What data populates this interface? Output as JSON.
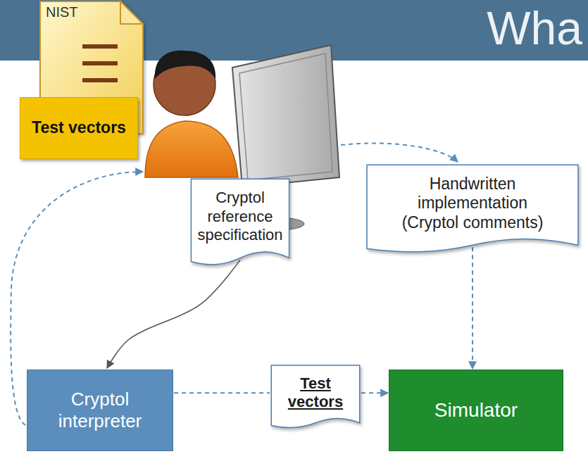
{
  "diagram": {
    "title": "Wha",
    "nodes": [
      {
        "text": [
          "NIST"
        ]
      },
      {
        "text": [
          "Test vectors"
        ]
      },
      {
        "text": [
          "Cryptol reference specification"
        ]
      },
      {
        "text": [
          "Handwritten implementation (Cryptol comments)"
        ]
      },
      {
        "text": [
          "Cryptol interpreter"
        ]
      },
      {
        "text": [
          "Test vectors"
        ]
      },
      {
        "text": [
          "Simulator"
        ]
      }
    ],
    "edges": [
      {
        "from": 2,
        "to": 4,
        "arrow": "to"
      },
      {
        "from": 3,
        "to": 6,
        "arrow": "to"
      },
      {
        "from": 4,
        "to": 5,
        "arrow": "none"
      },
      {
        "from": 5,
        "to": 6,
        "arrow": "to"
      }
    ]
  }
}
